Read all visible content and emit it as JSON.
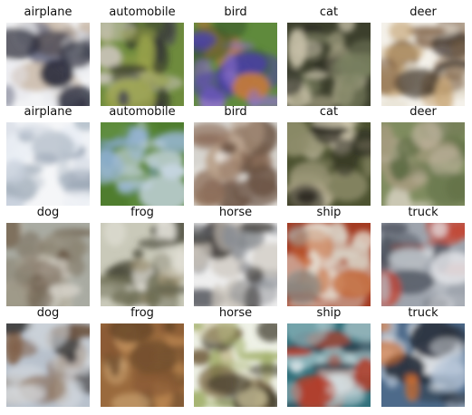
{
  "grid": {
    "cells": [
      {
        "label": "airplane",
        "palette": [
          "#f2f3f5",
          "#6b6f86",
          "#2c2d3d",
          "#c9b9a8",
          "#e8e9ee"
        ]
      },
      {
        "label": "automobile",
        "palette": [
          "#6e8b3d",
          "#2a2a2a",
          "#c7c2b5",
          "#9aa24a",
          "#4b4b52"
        ]
      },
      {
        "label": "bird",
        "palette": [
          "#5f8a3c",
          "#4a3fa8",
          "#8f73c9",
          "#c27a3c",
          "#3a5a2a"
        ]
      },
      {
        "label": "cat",
        "palette": [
          "#3c3f2c",
          "#c9c2aa",
          "#7e8463",
          "#2b2a24",
          "#a39f82"
        ]
      },
      {
        "label": "deer",
        "palette": [
          "#f4f1ea",
          "#3a3026",
          "#7a5b3e",
          "#c9a97a",
          "#e6dfd0"
        ]
      },
      {
        "label": "airplane",
        "palette": [
          "#f5f6f8",
          "#c8d0dc",
          "#9aa6b5",
          "#e9eef4",
          "#b7c1cc"
        ]
      },
      {
        "label": "automobile",
        "palette": [
          "#4f7d2e",
          "#9ab7d4",
          "#7fa3c7",
          "#5e8c3a",
          "#c7d6e2"
        ]
      },
      {
        "label": "bird",
        "palette": [
          "#d6d4cf",
          "#8d6e5a",
          "#b79d86",
          "#eeeae4",
          "#6b5343"
        ]
      },
      {
        "label": "cat",
        "palette": [
          "#4c5230",
          "#d5cdb4",
          "#2d2b22",
          "#8e8d6a",
          "#b1a98c"
        ]
      },
      {
        "label": "deer",
        "palette": [
          "#7f8c5f",
          "#c7b9a5",
          "#5e6d44",
          "#a39a7c",
          "#d9d3c4"
        ]
      },
      {
        "label": "dog",
        "palette": [
          "#a9aba2",
          "#c9c4b5",
          "#6c5b48",
          "#d8d5cc",
          "#8c8574"
        ]
      },
      {
        "label": "frog",
        "palette": [
          "#c9c9b9",
          "#6c6c52",
          "#e6e4dc",
          "#9b8f6f",
          "#4a4a3a"
        ]
      },
      {
        "label": "horse",
        "palette": [
          "#eeeeee",
          "#3e3a36",
          "#8a8d93",
          "#c8c2b8",
          "#5d6066"
        ]
      },
      {
        "label": "ship",
        "palette": [
          "#a33b22",
          "#d8cfc2",
          "#8b8b86",
          "#c4622f",
          "#e6dfd3"
        ]
      },
      {
        "label": "truck",
        "palette": [
          "#9ea4ad",
          "#c24a3a",
          "#e7e9ec",
          "#4f5560",
          "#b7bcc3"
        ]
      },
      {
        "label": "dog",
        "palette": [
          "#b8c1cc",
          "#7f5e45",
          "#d7dbe0",
          "#3b3a3a",
          "#a39384"
        ]
      },
      {
        "label": "frog",
        "palette": [
          "#9a6a3d",
          "#c08a52",
          "#6b4a2a",
          "#d2ab7a",
          "#8a5a35"
        ]
      },
      {
        "label": "horse",
        "palette": [
          "#eef1e6",
          "#6d5a3a",
          "#a3b06c",
          "#3d3526",
          "#c9c19a"
        ]
      },
      {
        "label": "ship",
        "palette": [
          "#2f6f7a",
          "#d7e3e6",
          "#b43e2a",
          "#1f3b4a",
          "#9fc4c9"
        ]
      },
      {
        "label": "truck",
        "palette": [
          "#4d6a8a",
          "#e3742b",
          "#2b3340",
          "#b8c7d8",
          "#f2f2f2"
        ]
      }
    ]
  }
}
